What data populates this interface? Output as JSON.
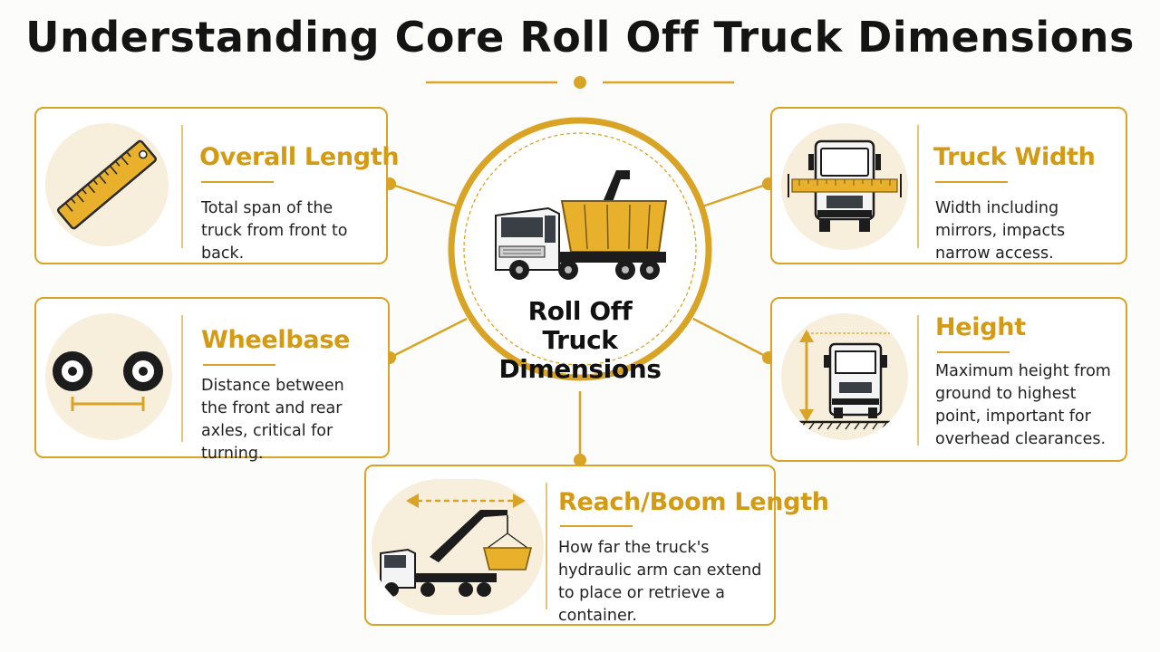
{
  "page": {
    "title": "Understanding Core Roll Off Truck Dimensions"
  },
  "center": {
    "label_line1": "Roll Off Truck",
    "label_line2": "Dimensions",
    "image_icon": "roll-off-truck-icon"
  },
  "cards": {
    "overall_length": {
      "title": "Overall Length",
      "description": "Total span of the truck from front to back.",
      "icon": "ruler-icon"
    },
    "truck_width": {
      "title": "Truck Width",
      "description": "Width including mirrors, impacts narrow access.",
      "icon": "truck-front-width-icon"
    },
    "wheelbase": {
      "title": "Wheelbase",
      "description": "Distance between the front and rear axles, critical for turning.",
      "icon": "wheels-axle-icon"
    },
    "height": {
      "title": "Height",
      "description": "Maximum height from ground to highest point, important for overhead clearances.",
      "icon": "truck-height-icon"
    },
    "reach_boom_length": {
      "title": "Reach/Boom Length",
      "description": "How far the truck's hydraulic arm can extend to place or retrieve a container.",
      "icon": "hydraulic-boom-icon"
    }
  },
  "colors": {
    "accent": "#d9a425",
    "accent_text": "#d39a13",
    "icon_background": "#f8eedc",
    "container": "#e9b02c"
  }
}
